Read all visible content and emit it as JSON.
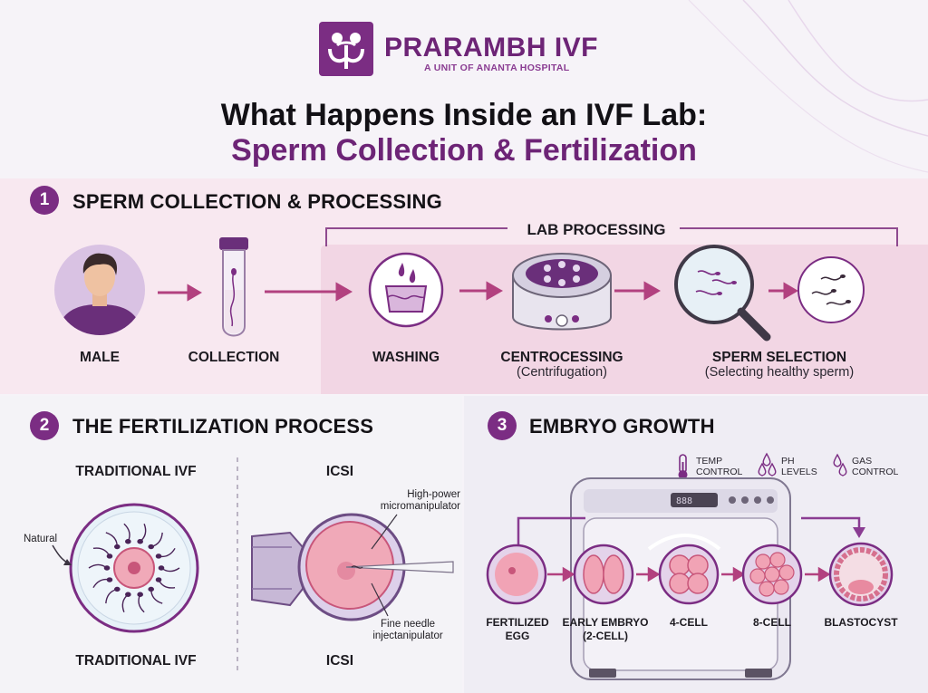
{
  "header": {
    "brand": "PRARAMBH IVF",
    "brand_sub": "A UNIT OF ANANTA HOSPITAL",
    "title_line1": "What Happens Inside an IVF Lab:",
    "title_line2": "Sperm Collection & Fertilization"
  },
  "section1": {
    "number": "1",
    "title": "SPERM COLLECTION & PROCESSING",
    "lab_processing": "LAB PROCESSING",
    "steps": [
      {
        "label": "MALE",
        "sub": ""
      },
      {
        "label": "COLLECTION",
        "sub": ""
      },
      {
        "label": "WASHING",
        "sub": ""
      },
      {
        "label": "CENTROCESSING",
        "sub": "(Centrifugation)"
      },
      {
        "label": "SPERM SELECTION",
        "sub": "(Selecting healthy sperm)"
      }
    ]
  },
  "section2": {
    "number": "2",
    "title": "THE FERTILIZATION PROCESS",
    "traditional_top": "TRADITIONAL IVF",
    "traditional_bottom": "TRADITIONAL IVF",
    "icsi_top": "ICSI",
    "icsi_bottom": "ICSI",
    "natural_note": "Natural",
    "micromanipulator_line1": "High-power",
    "micromanipulator_line2": "micromanipulator",
    "needle_line1": "Fine needle",
    "needle_line2": "injectanipulator"
  },
  "section3": {
    "number": "3",
    "title": "EMBRYO GROWTH",
    "controls": [
      {
        "icon": "thermometer-icon",
        "line1": "TEMP",
        "line2": "CONTROL"
      },
      {
        "icon": "droplets-icon",
        "line1": "PH",
        "line2": "LEVELS"
      },
      {
        "icon": "gas-drops-icon",
        "line1": "GAS",
        "line2": "CONTROL"
      }
    ],
    "stages": [
      {
        "line1": "FERTILIZED",
        "line2": "EGG"
      },
      {
        "line1": "EARLY EMBRYO",
        "line2": "(2-CELL)"
      },
      {
        "line1": "4-CELL",
        "line2": ""
      },
      {
        "line1": "8-CELL",
        "line2": ""
      },
      {
        "line1": "BLASTOCYST",
        "line2": ""
      }
    ]
  },
  "colors": {
    "brand_purple": "#7b2d83",
    "arrow_pink": "#b2417f",
    "panel_pink": "#f8e8f0",
    "cell_pink": "#e88aa0"
  }
}
